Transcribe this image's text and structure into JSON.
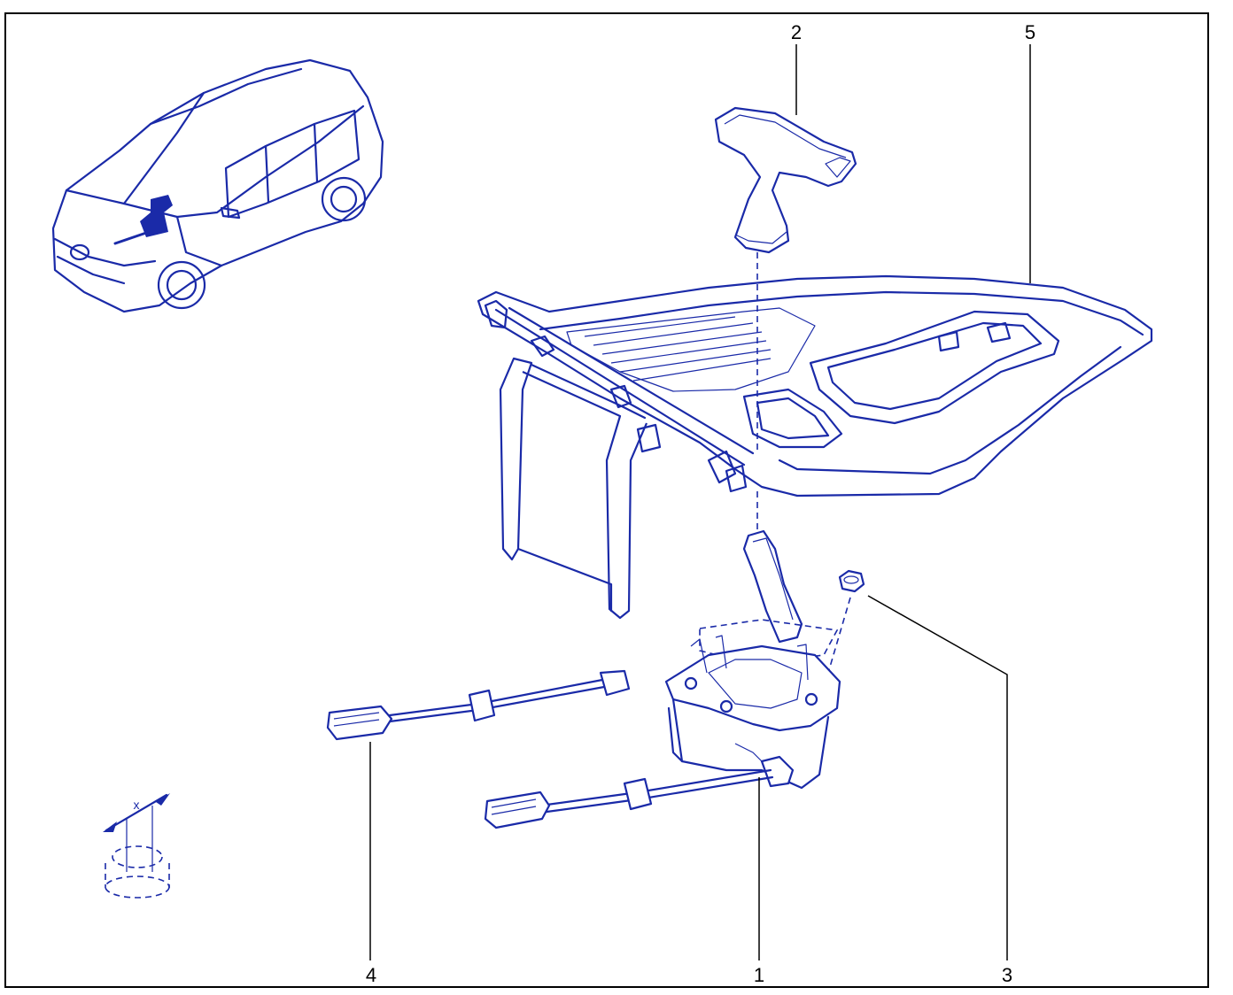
{
  "callouts": {
    "c1": "1",
    "c2": "2",
    "c3": "3",
    "c4": "4",
    "c5": "5"
  },
  "symbol": {
    "x_label": "x"
  },
  "colors": {
    "line": "#1a2aa8",
    "frame": "#000000",
    "background": "#ffffff"
  }
}
